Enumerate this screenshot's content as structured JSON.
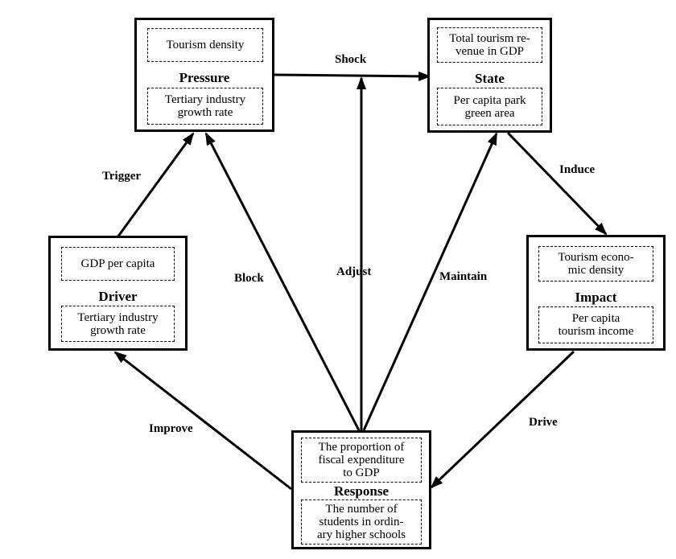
{
  "nodes": {
    "pressure": {
      "title": "Pressure",
      "top_text": "Tourism density",
      "bottom_text": "Tertiary industry\ngrowth rate"
    },
    "state": {
      "title": "State",
      "top_text": "Total tourism re-\nvenue in GDP",
      "bottom_text": "Per capita park\ngreen area"
    },
    "driver": {
      "title": "Driver",
      "top_text": "GDP per capita",
      "bottom_text": "Tertiary industry\ngrowth rate"
    },
    "impact": {
      "title": "Impact",
      "top_text": "Tourism econo-\nmic density",
      "bottom_text": "Per capita\ntourism income"
    },
    "response": {
      "title": "Response",
      "top_text": "The proportion of\nfiscal expenditure\nto GDP",
      "bottom_text": "The number of\nstudents in ordin-\nary higher schools"
    }
  },
  "edges": {
    "shock": "Shock",
    "induce": "Induce",
    "drive": "Drive",
    "improve": "Improve",
    "trigger": "Trigger",
    "block": "Block",
    "adjust": "Adjust",
    "maintain": "Maintain"
  }
}
